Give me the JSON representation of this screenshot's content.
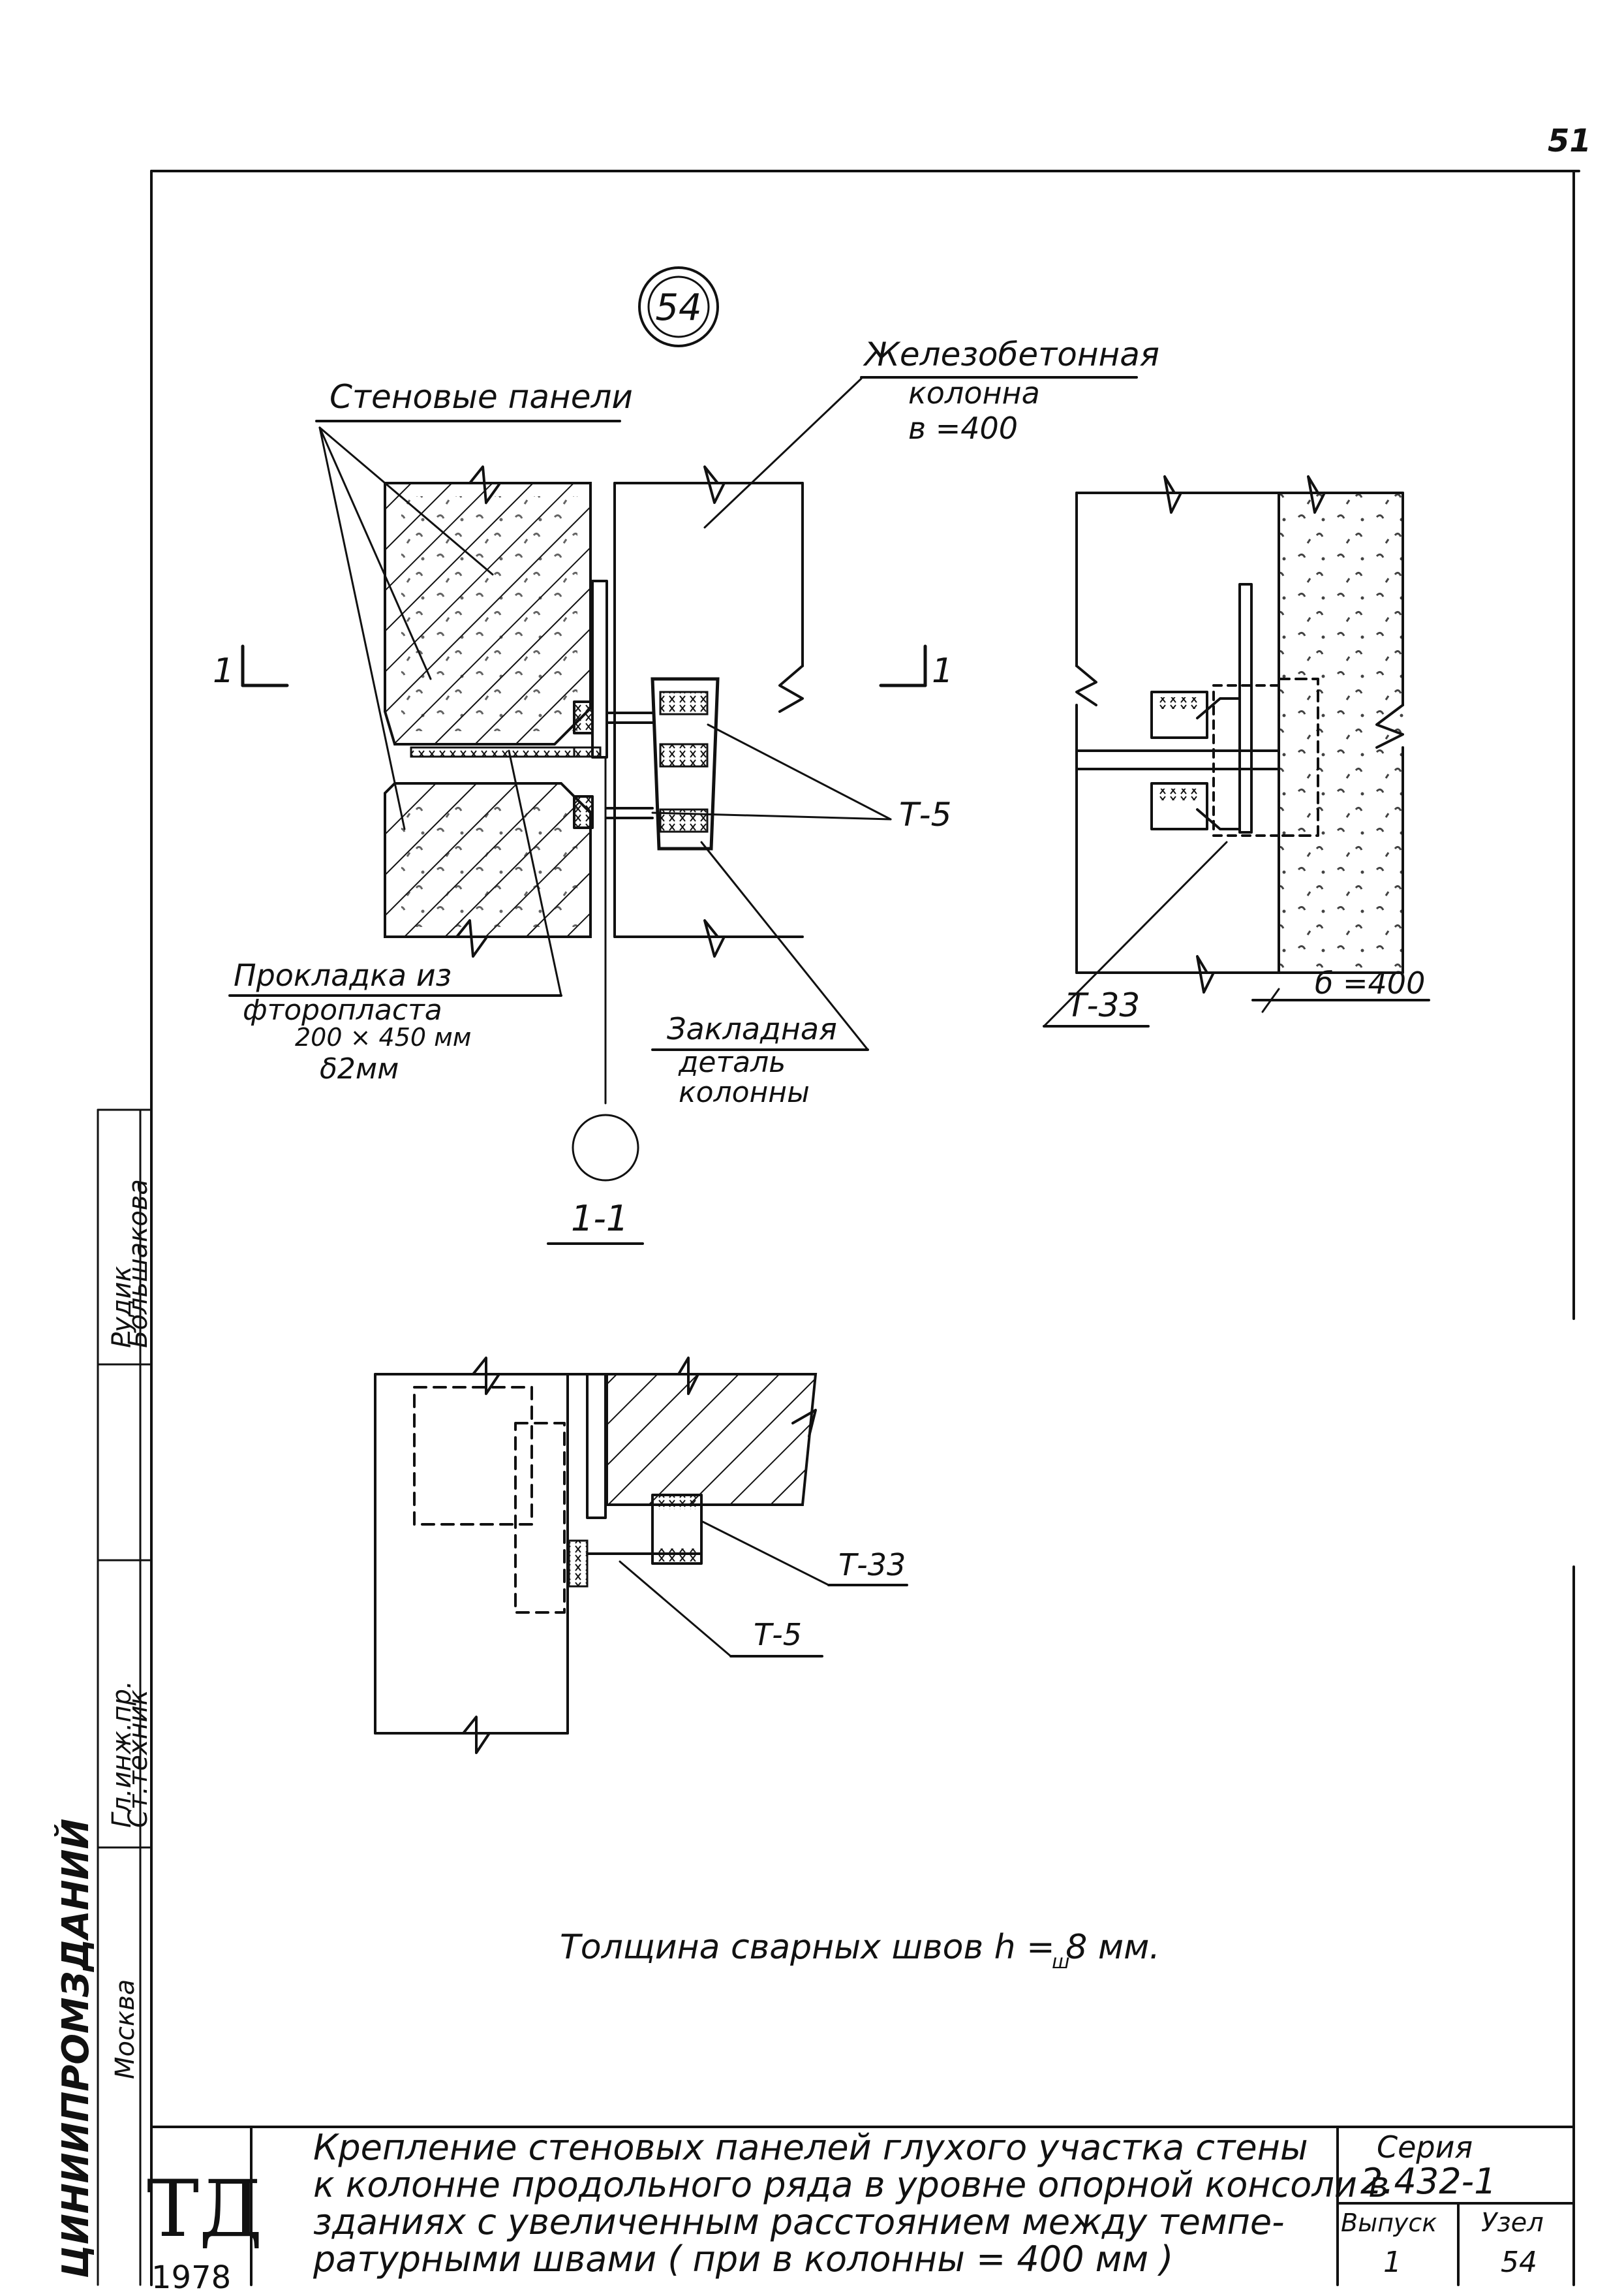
{
  "page": {
    "number": "51"
  },
  "node": {
    "marker": "54"
  },
  "labels": {
    "wall_panels": "Стеновые панели",
    "column_line1": "Железобетонная",
    "column_line2": "колонна",
    "column_width_top": "в =400",
    "t5_main": "Т-5",
    "t33_main": "Т-33",
    "width_right": "б =400",
    "gasket_line1": "Прокладка из",
    "gasket_line2": "фторопласта",
    "gasket_line3": "200 × 450 мм",
    "gasket_line4": "δ2мм",
    "embedded_line1": "Закладная",
    "embedded_line2": "деталь",
    "embedded_line3": "колонны",
    "section_left": "1",
    "section_right": "1",
    "section_title": "1-1",
    "t33_section": "Т-33",
    "t5_section": "Т-5"
  },
  "note": "Толщина сварных швов  h  = 8 мм.",
  "note_subscript": "ш",
  "title_block": {
    "description": [
      "Крепление стеновых панелей глухого участка стены",
      "к колонне продольного ряда в уровне опорной консоли в",
      "зданиях с увеличенным расстоянием между темпе-",
      "ратурными швами   ( при  в   колонны = 400 мм )"
    ],
    "series_label": "Серия",
    "series_value": "2.432-1",
    "issue_label": "Выпуск",
    "issue_value": "1",
    "node_label": "Узел",
    "node_value": "54",
    "logo": "ТД",
    "year": "1978"
  },
  "side_stamp": {
    "org": "ЦИНИИПРОМЗДАНИЙ",
    "city": "Москва",
    "role1": "Гл.инж.пр.",
    "role2": "Ст.техник",
    "sig1": "Рудик",
    "sig2": "Большакова"
  }
}
